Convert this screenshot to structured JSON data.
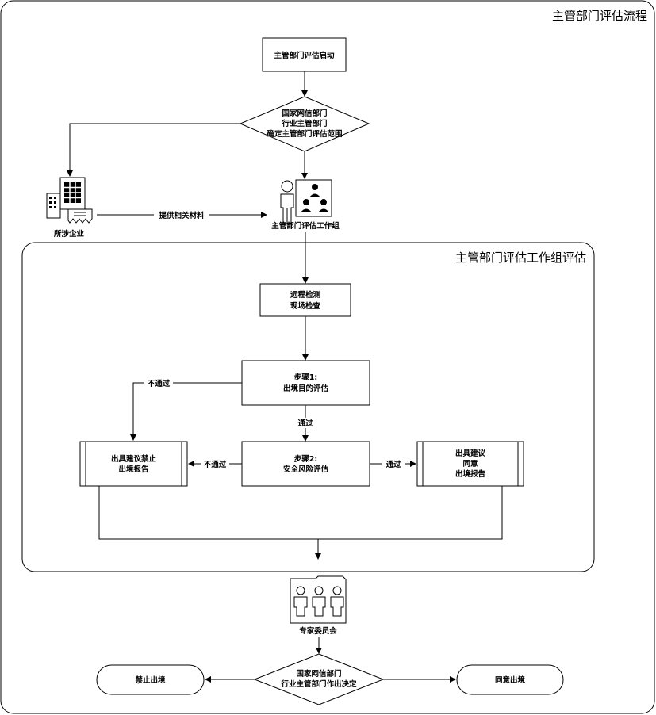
{
  "frames": {
    "outer_title": "主管部门评估流程",
    "inner_title": "主管部门评估工作组评估"
  },
  "nodes": {
    "start": "主管部门评估启动",
    "scope_decision": [
      "国家网信部门",
      "行业主管部门",
      "确定主管部门评估范围"
    ],
    "enterprise": "所涉企业",
    "work_group": "主管部门评估工作组",
    "inspection": [
      "远程检测",
      "现场检查"
    ],
    "step1": [
      "步骤1:",
      "出境目的评估"
    ],
    "step2": [
      "步骤2:",
      "安全风险评估"
    ],
    "report_forbid": [
      "出具建议禁止",
      "出境报告"
    ],
    "report_agree": [
      "出具建议",
      "同意",
      "出境报告"
    ],
    "expert_committee": "专家委员会",
    "final_decision": [
      "国家网信部门",
      "行业主管部门作出决定"
    ],
    "forbid_exit": "禁止出境",
    "agree_exit": "同意出境"
  },
  "edge_labels": {
    "provide_materials": "提供相关材料",
    "step1_fail": "不通过",
    "step1_pass": "通过",
    "step2_fail": "不通过",
    "step2_pass": "通过"
  },
  "icons": {
    "enterprise": "office-building-with-document-icon",
    "work_group": "presenter-with-team-icon",
    "expert_committee": "group-of-people-folder-icon"
  }
}
